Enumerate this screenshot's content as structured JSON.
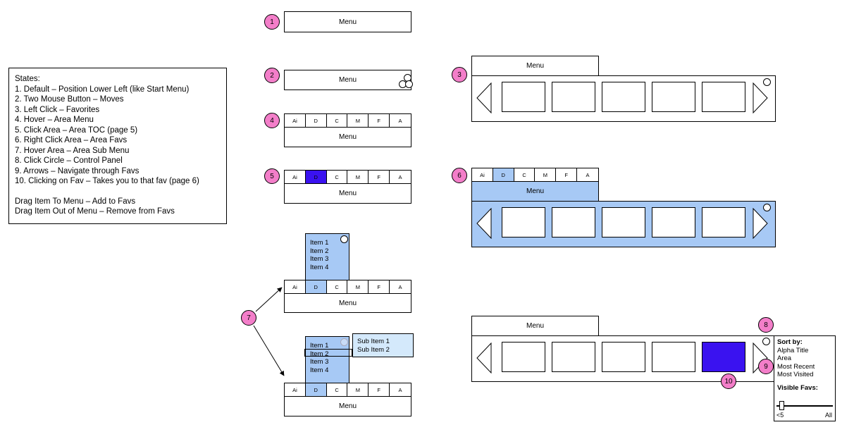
{
  "badges": [
    "1",
    "2",
    "3",
    "4",
    "5",
    "6",
    "7",
    "8",
    "9",
    "10"
  ],
  "menu_label": "Menu",
  "area_tabs": [
    "Ai",
    "D",
    "C",
    "M",
    "F",
    "A"
  ],
  "states": {
    "heading": "States:",
    "items": [
      "1. Default – Position Lower Left (like Start Menu)",
      "2. Two Mouse Button – Moves",
      "3. Left Click – Favorites",
      "4. Hover – Area Menu",
      "5. Click Area – Area TOC (page 5)",
      "6. Right Click Area – Area Favs",
      "7. Hover Area – Area Sub Menu",
      "8. Click Circle – Control Panel",
      "9. Arrows – Navigate through Favs",
      "10. Clicking on Fav – Takes you to that fav (page 6)"
    ],
    "drag": [
      "Drag Item To Menu – Add to Favs",
      "Drag Item Out of Menu – Remove from Favs"
    ]
  },
  "dropdown_items": [
    "Item 1",
    "Item 2",
    "Item 3",
    "Item 4"
  ],
  "sub_items": [
    "Sub Item 1",
    "Sub Item 2"
  ],
  "control_panel": {
    "sort_heading": "Sort by:",
    "sort_options": [
      "Alpha Title",
      "Area",
      "Most Recent",
      "Most Visited"
    ],
    "visible_heading": "Visible Favs:",
    "slider_min": "<5",
    "slider_max": "All",
    "slider_level": 0.05
  },
  "colors": {
    "badge": "#f37ec9",
    "area_highlight": "#a7c9f5",
    "active": "#3a12f0",
    "submenu": "#d4e9fb"
  }
}
